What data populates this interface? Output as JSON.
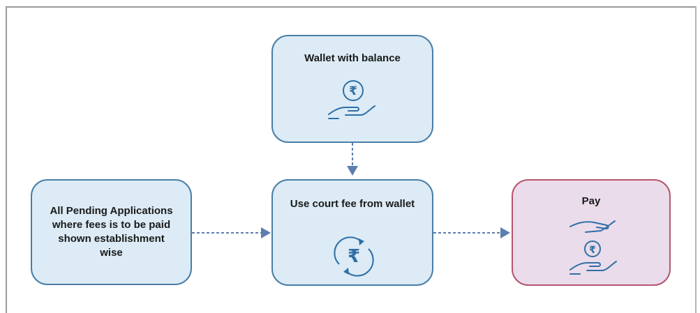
{
  "diagram": {
    "nodes": {
      "wallet": {
        "label": "Wallet with balance",
        "icon": "hand-rupee-icon"
      },
      "pending": {
        "label": "All Pending Applications where fees is to be paid shown establishment wise"
      },
      "use_fee": {
        "label": "Use court fee from wallet",
        "icon": "rupee-refresh-icon"
      },
      "pay": {
        "label": "Pay",
        "icon": "hands-rupee-icon"
      }
    },
    "colors": {
      "node_fill": "#dcebf5",
      "node_border": "#4a7ea6",
      "pay_fill": "#eadcea",
      "pay_border": "#b4566e",
      "connector": "#5b7fae",
      "icon_stroke": "#2f6fa6"
    }
  }
}
